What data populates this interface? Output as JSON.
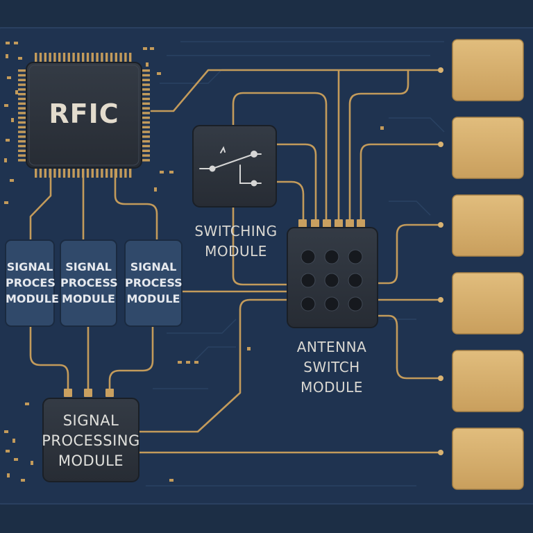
{
  "rfic": {
    "label": "RFIC"
  },
  "signal_modules": [
    {
      "label": "SIGNAL\nPROCES\nMODULE"
    },
    {
      "label": "SIGNAL\nPROCESS\nMODULE"
    },
    {
      "label": "SIGNAL\nPROCESS\nMODULE"
    }
  ],
  "switching_module": {
    "label": "SWITCHING\nMODULE"
  },
  "antenna_switch_module": {
    "label": "ANTENNA\nSWITCH\nMODULE"
  },
  "signal_processing_module": {
    "label": "SIGNAL\nPROCESSING\nMODULE"
  },
  "colors": {
    "board": "#1c2e45",
    "board_edge": "#23364f",
    "trace": "#c39b5b",
    "pad": "#d9b372",
    "chip_body": "#2b313a",
    "module_blue": "#30496a"
  }
}
